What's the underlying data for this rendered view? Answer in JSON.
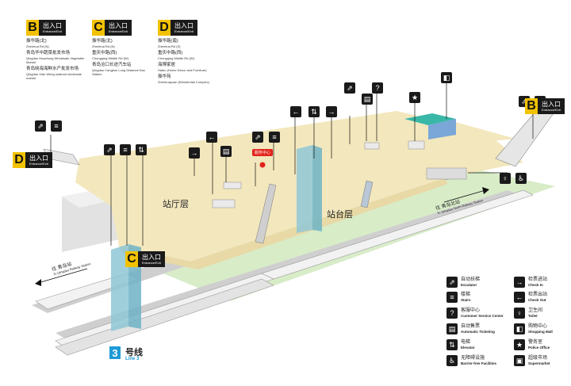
{
  "exits_top": [
    {
      "letter": "B",
      "cn": "出入口",
      "en": "Entrance/Exit",
      "items": [
        {
          "cn": "振华路(北)",
          "en": "Zhenhua Rd (N)"
        },
        {
          "cn": "青岛华中蔬菜批发市场",
          "en": "Qingdao Huazhong Wholesale Vegetable Market"
        },
        {
          "cn": "青岛晓海海鲜水产批发市场",
          "en": "Qingdao Xiao Weng seafood wholesale market"
        }
      ]
    },
    {
      "letter": "C",
      "cn": "出入口",
      "en": "Entrance/Exit",
      "items": [
        {
          "cn": "振华路(北)",
          "en": "Zhenhua Rd (N)"
        },
        {
          "cn": "重庆中路(西)",
          "en": "Chongqing Middle Rd (W)"
        },
        {
          "cn": "青岛沧口长途汽车站",
          "en": "Qingdao Cangkou Long Distance Bus Station"
        }
      ]
    },
    {
      "letter": "D",
      "cn": "出入口",
      "en": "Entrance/Exit",
      "items": [
        {
          "cn": "振华路(南)",
          "en": "Zhenhua Rd (S)"
        },
        {
          "cn": "重庆中路(西)",
          "en": "Chongqing Middle Rd (W)"
        },
        {
          "cn": "海博家居",
          "en": "Haibo (Home Decor and Furniture)"
        },
        {
          "cn": "振华苑",
          "en": "Zhenhuayuan (Residential Complex)"
        }
      ]
    }
  ],
  "map_exits": {
    "b": {
      "letter": "B",
      "cn": "出入口",
      "en": "Entrance/Exit"
    },
    "c": {
      "letter": "C",
      "cn": "出入口",
      "en": "Entrance/Exit"
    },
    "d": {
      "letter": "D",
      "cn": "出入口",
      "en": "Entrance/Exit"
    }
  },
  "levels": {
    "concourse": "站厅层",
    "platform": "站台层"
  },
  "directions": {
    "left": {
      "cn": "往 青岛站",
      "en": "To Qingdao Railway Station"
    },
    "right": {
      "cn": "往 青岛北站",
      "en": "To Qingdao North Railway Station"
    }
  },
  "service_tag": "服务中心",
  "line": {
    "number": "3",
    "cn": "号线",
    "en": "Line 3",
    "color": "#1e9bd7"
  },
  "colors": {
    "concourse": "#f3e7bd",
    "platform": "#d8ecc8",
    "shaft": "#8fc7d6",
    "track": "#cfcfcf",
    "accent": "#f2c200",
    "alert": "#e2231a"
  },
  "legend": [
    {
      "icon": "escalator-icon",
      "glyph": "⇗",
      "cn": "自动扶梯",
      "en": "Escalator"
    },
    {
      "icon": "check-in-icon",
      "glyph": "→",
      "cn": "检票进站",
      "en": "Check In"
    },
    {
      "icon": "stairs-icon",
      "glyph": "≡",
      "cn": "楼梯",
      "en": "Stairs"
    },
    {
      "icon": "check-out-icon",
      "glyph": "←",
      "cn": "检票出站",
      "en": "Check Out"
    },
    {
      "icon": "customer-service-icon",
      "glyph": "?",
      "cn": "客服中心",
      "en": "Customer Service Center"
    },
    {
      "icon": "toilet-icon",
      "glyph": "♀",
      "cn": "卫生间",
      "en": "Toilet"
    },
    {
      "icon": "ticket-machine-icon",
      "glyph": "▤",
      "cn": "自动售票",
      "en": "Automatic Ticketing"
    },
    {
      "icon": "shopping-mall-icon",
      "glyph": "◧",
      "cn": "购物中心",
      "en": "Shopping Mall"
    },
    {
      "icon": "elevator-icon",
      "glyph": "⇅",
      "cn": "电梯",
      "en": "Elevator"
    },
    {
      "icon": "police-icon",
      "glyph": "★",
      "cn": "警务室",
      "en": "Police Office"
    },
    {
      "icon": "accessible-icon",
      "glyph": "♿",
      "cn": "无障碍设施",
      "en": "Barrier-free Facilities"
    },
    {
      "icon": "supermarket-icon",
      "glyph": "▣",
      "cn": "超级市场",
      "en": "Supermarket"
    }
  ]
}
